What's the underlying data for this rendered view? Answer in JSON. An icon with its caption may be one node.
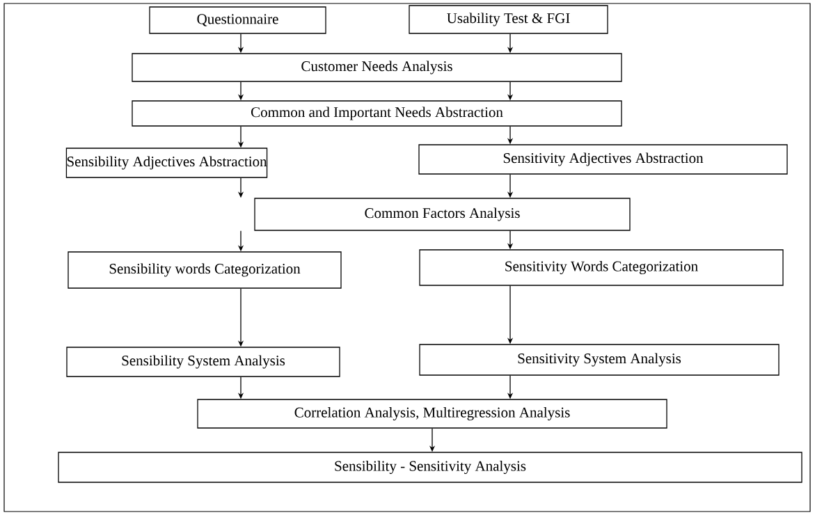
{
  "diagram": {
    "nodes": [
      {
        "text": [
          "Questionnaire"
        ]
      },
      {
        "text": [
          "Usability Test & FGI"
        ]
      },
      {
        "text": [
          "Customer Needs Analysis"
        ]
      },
      {
        "text": [
          "Common and Important Needs Abstraction"
        ]
      },
      {
        "text": [
          "Sensibility Adjectives Abstraction"
        ]
      },
      {
        "text": [
          "Sensitivity Adjectives Abstraction"
        ]
      },
      {
        "text": [
          "Common Factors Analysis"
        ]
      },
      {
        "text": [
          "Sensibility words Categorization"
        ]
      },
      {
        "text": [
          "Sensitivity Words Categorization"
        ]
      },
      {
        "text": [
          "Sensibility System Analysis"
        ]
      },
      {
        "text": [
          "Sensitivity System Analysis"
        ]
      },
      {
        "text": [
          "Correlation Analysis, Multiregression Analysis"
        ]
      },
      {
        "text": [
          "Sensibility - Sensitivity Analysis"
        ]
      }
    ],
    "edges": [
      {
        "from": 0,
        "to": 2,
        "arrow": "to"
      },
      {
        "from": 1,
        "to": 2,
        "arrow": "to"
      },
      {
        "from": 2,
        "to": 3,
        "arrow": "to"
      },
      {
        "from": 2,
        "to": 3,
        "arrow": "to"
      },
      {
        "from": 3,
        "to": 4,
        "arrow": "to"
      },
      {
        "from": 3,
        "to": 5,
        "arrow": "to"
      },
      {
        "from": 4,
        "to": 6,
        "arrow": "to"
      },
      {
        "from": 5,
        "to": 6,
        "arrow": "to"
      },
      {
        "from": 6,
        "to": 7,
        "arrow": "to"
      },
      {
        "from": 6,
        "to": 8,
        "arrow": "to"
      },
      {
        "from": 7,
        "to": 9,
        "arrow": "to"
      },
      {
        "from": 8,
        "to": 10,
        "arrow": "to"
      },
      {
        "from": 9,
        "to": 11,
        "arrow": "to"
      },
      {
        "from": 10,
        "to": 11,
        "arrow": "to"
      },
      {
        "from": 11,
        "to": 12,
        "arrow": "to"
      }
    ]
  }
}
